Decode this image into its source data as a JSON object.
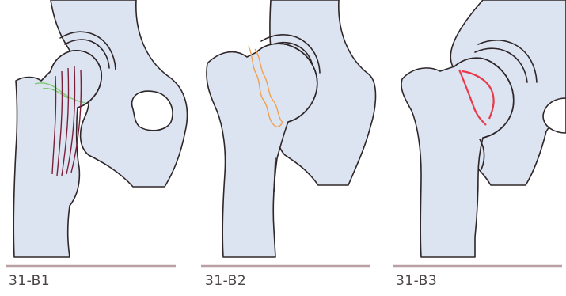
{
  "panels": [
    {
      "label": "31-B1",
      "fracture_color": "#7a1f3a",
      "neck_line_color": "#7ec870"
    },
    {
      "label": "31-B2",
      "fracture_color": "#f0a050"
    },
    {
      "label": "31-B3",
      "fracture_color": "#e83a4a"
    }
  ],
  "colors": {
    "bone_fill": "#dde4f1",
    "outline": "#2e2628",
    "baseline": "#b8a0a4"
  }
}
